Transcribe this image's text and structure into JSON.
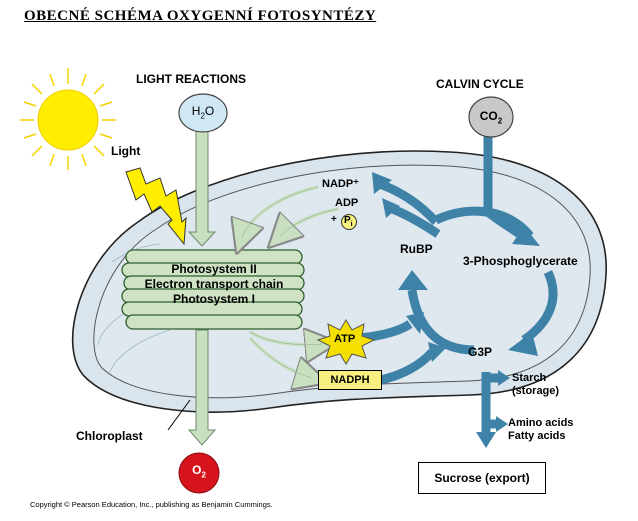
{
  "page": {
    "title": "OBECNÉ SCHÉMA OXYGENNÍ FOTOSYNTÉZY"
  },
  "sections": {
    "light_reactions": "LIGHT REACTIONS",
    "calvin_cycle": "CALVIN CYCLE"
  },
  "labels": {
    "light": "Light",
    "chloroplast": "Chloroplast",
    "photosystem_ii": "Photosystem II",
    "electron_transport": "Electron transport chain",
    "photosystem_i": "Photosystem I",
    "nadp_plus": "NADP⁺",
    "adp": "ADP",
    "plus": "+",
    "pi_letter": "P",
    "pi_sub": "i",
    "atp": "ATP",
    "nadph": "NADPH",
    "rubp": "RuBP",
    "phosphoglycerate": "3-Phosphoglycerate",
    "g3p": "G3P",
    "starch": "Starch",
    "storage": "(storage)",
    "amino_acids": "Amino acids",
    "fatty_acids": "Fatty acids",
    "sucrose": "Sucrose (export)"
  },
  "molecules": {
    "h2o_main": "H",
    "h2o_sub": "2",
    "h2o_tail": "O",
    "co2_main": "CO",
    "co2_sub": "2",
    "o2_main": "O",
    "o2_sub": "2"
  },
  "footer": {
    "copyright": "Copyright © Pearson Education, Inc., publishing as Benjamin Cummings."
  },
  "colors": {
    "stroma": "#dfe8ef",
    "membrane_green": "#cfe3c4",
    "arrow_blue": "#3f82a8",
    "arrow_green": "#c8dfc0",
    "h2o_fill": "#cfe8f4",
    "co2_fill": "#c8c8c8",
    "o2_fill": "#d6141d",
    "sun": "#ffee00",
    "atp_fill": "#f4e000",
    "nadph_fill": "#f7ef80"
  },
  "icons": [
    "sun-icon",
    "light-bolt-icon",
    "atp-star-icon"
  ]
}
